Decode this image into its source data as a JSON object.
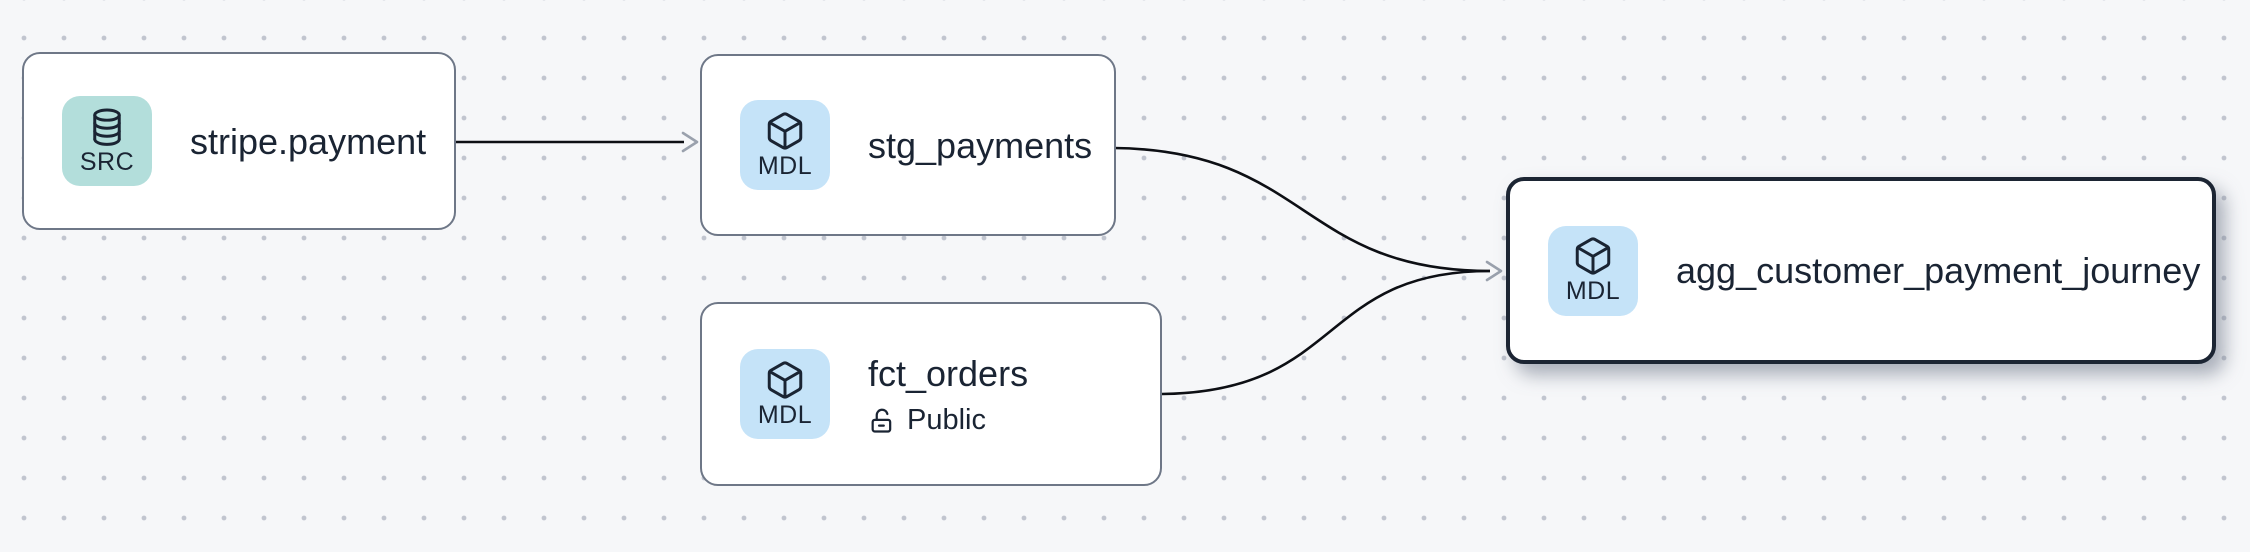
{
  "diagram": {
    "kind": "data-lineage-graph",
    "background_color": "#f6f7f9",
    "grid_dot_color": "#c1c5cf"
  },
  "nodes": [
    {
      "id": "stripe.payment",
      "title": "stripe.payment",
      "badge_label": "SRC",
      "badge_icon": "database-icon",
      "badge_color": "#b3dedb",
      "kind": "source",
      "selected": false
    },
    {
      "id": "stg_payments",
      "title": "stg_payments",
      "badge_label": "MDL",
      "badge_icon": "cube-icon",
      "badge_color": "#c5e3f8",
      "kind": "model",
      "selected": false
    },
    {
      "id": "fct_orders",
      "title": "fct_orders",
      "badge_label": "MDL",
      "badge_icon": "cube-icon",
      "badge_color": "#c5e3f8",
      "kind": "model",
      "access": "Public",
      "access_icon": "unlock-icon",
      "selected": false
    },
    {
      "id": "agg_customer_payment_journey",
      "title": "agg_customer_payment_journey",
      "badge_label": "MDL",
      "badge_icon": "cube-icon",
      "badge_color": "#c5e3f8",
      "kind": "model",
      "selected": true
    }
  ],
  "edges": [
    {
      "source": "stripe.payment",
      "target": "stg_payments"
    },
    {
      "source": "stg_payments",
      "target": "agg_customer_payment_journey"
    },
    {
      "source": "fct_orders",
      "target": "agg_customer_payment_journey"
    }
  ],
  "colors": {
    "edge": "#0d0f14",
    "arrowhead": "#9aa1ad",
    "node_border": "#6e7787",
    "selected_node_border": "#1c2533",
    "node_background": "#ffffff",
    "text": "#1a2433"
  }
}
